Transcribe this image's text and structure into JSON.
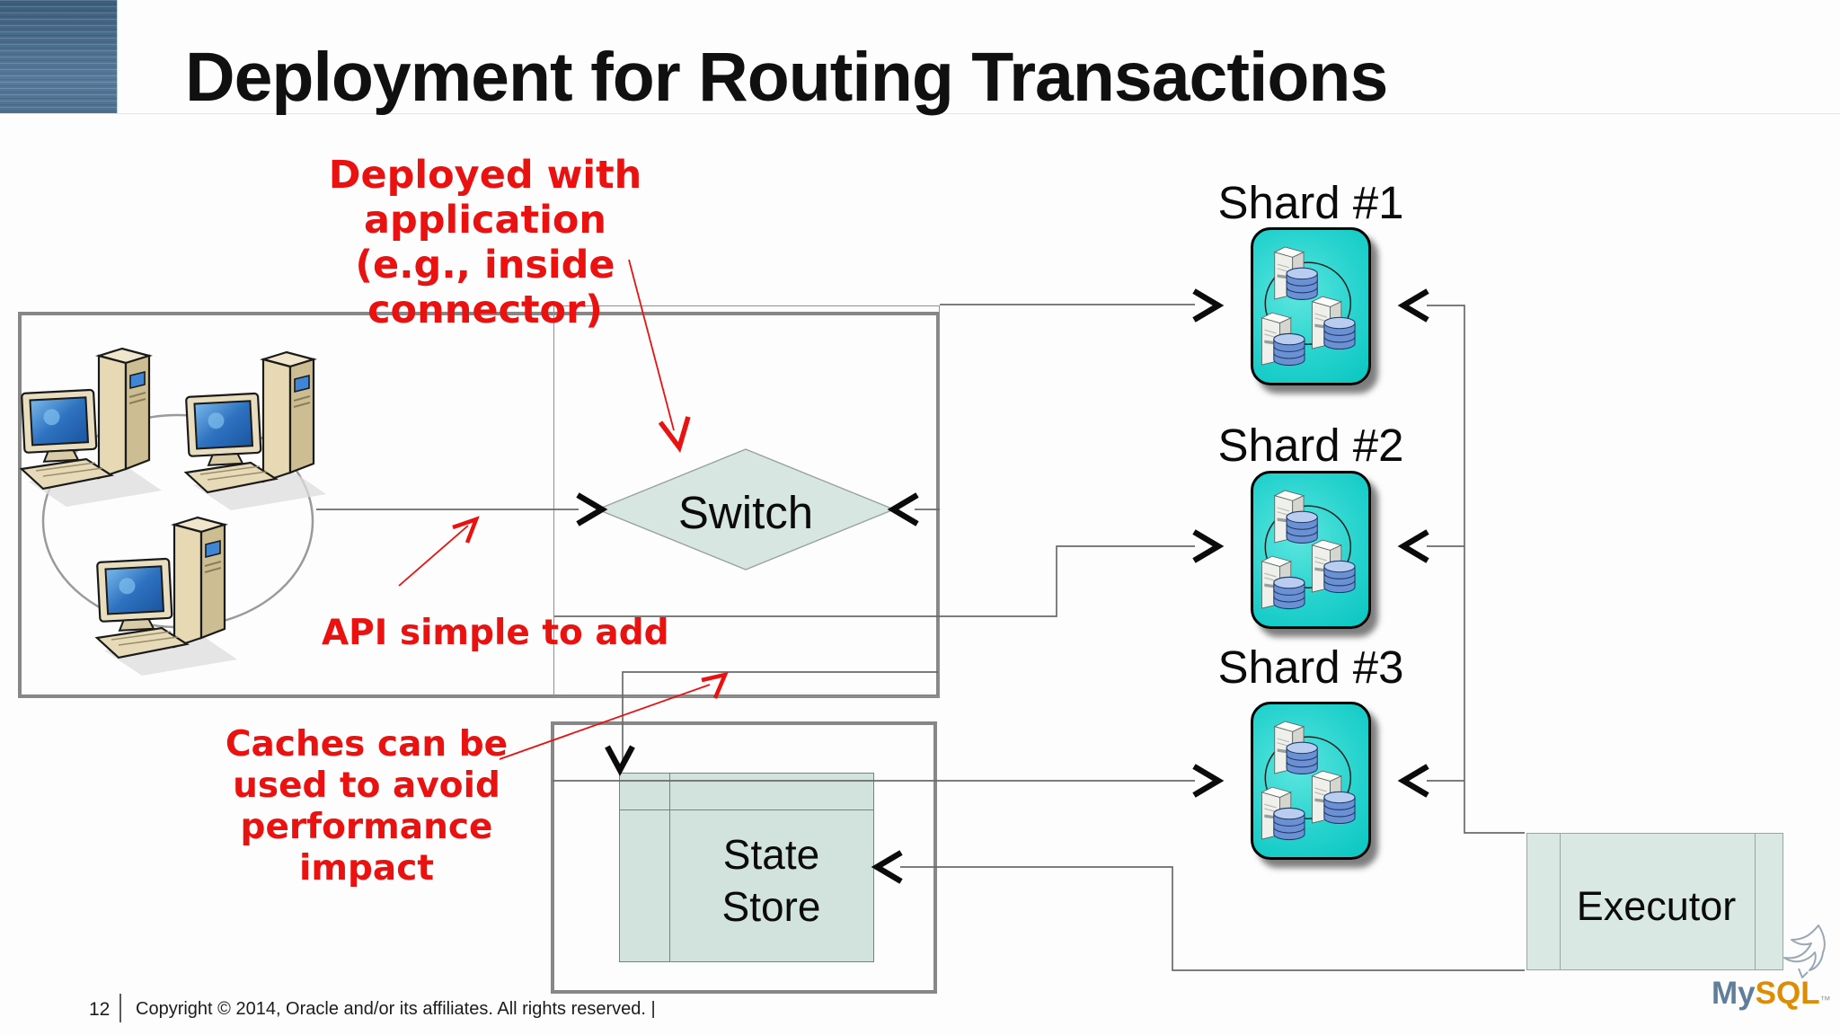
{
  "slide": {
    "title": "Deployment for Routing Transactions",
    "page_number": "12",
    "copyright": "Copyright © 2014, Oracle and/or its affiliates. All rights reserved. |"
  },
  "annotations": {
    "color": "#ea1111",
    "deployed": {
      "line1": "Deployed with application",
      "line2": "(e.g., inside connector)"
    },
    "api": "API simple to add",
    "caches": {
      "line1": "Caches can be",
      "line2": "used to avoid",
      "line3": "performance impact"
    }
  },
  "diagram": {
    "switch_label": "Switch",
    "state_store": {
      "line1": "State",
      "line2": "Store"
    },
    "executor_label": "Executor",
    "shards": [
      {
        "label": "Shard #1"
      },
      {
        "label": "Shard #2"
      },
      {
        "label": "Shard #3"
      }
    ],
    "colors": {
      "shard_fill": "#27d3ce",
      "node_fill": "#d7e6e1",
      "thick_box_border": "#878787",
      "connector": "#6a6a6a",
      "arrowhead": "#0b0b0b"
    }
  },
  "icons": {
    "clients": "retro-computers-network-icon",
    "shard": "database-server-cluster-icon",
    "logo_mark": "dolphin-icon"
  },
  "logo": {
    "my": "My",
    "sql": "SQL",
    "tm": "™"
  }
}
